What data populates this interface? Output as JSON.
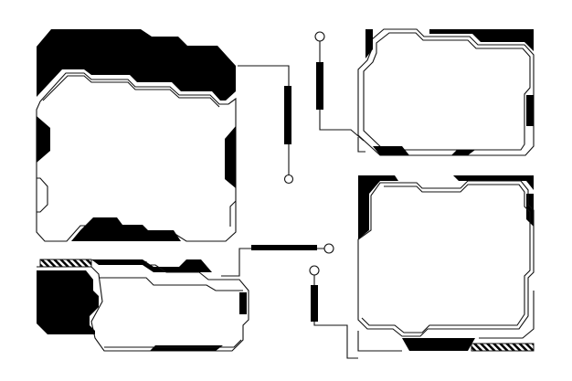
{
  "artwork": {
    "style": "monochrome sci-fi HUD frame set",
    "colors": {
      "ink": "#000000",
      "line": "#111111",
      "background": "#ffffff"
    },
    "frames": [
      {
        "name": "frame-top-left"
      },
      {
        "name": "frame-top-right"
      },
      {
        "name": "frame-bottom-left"
      },
      {
        "name": "frame-bottom-right"
      }
    ],
    "connectors": [
      {
        "name": "connector-top-center"
      },
      {
        "name": "connector-top-right"
      },
      {
        "name": "connector-bottom-center"
      },
      {
        "name": "connector-bottom-right"
      }
    ]
  }
}
